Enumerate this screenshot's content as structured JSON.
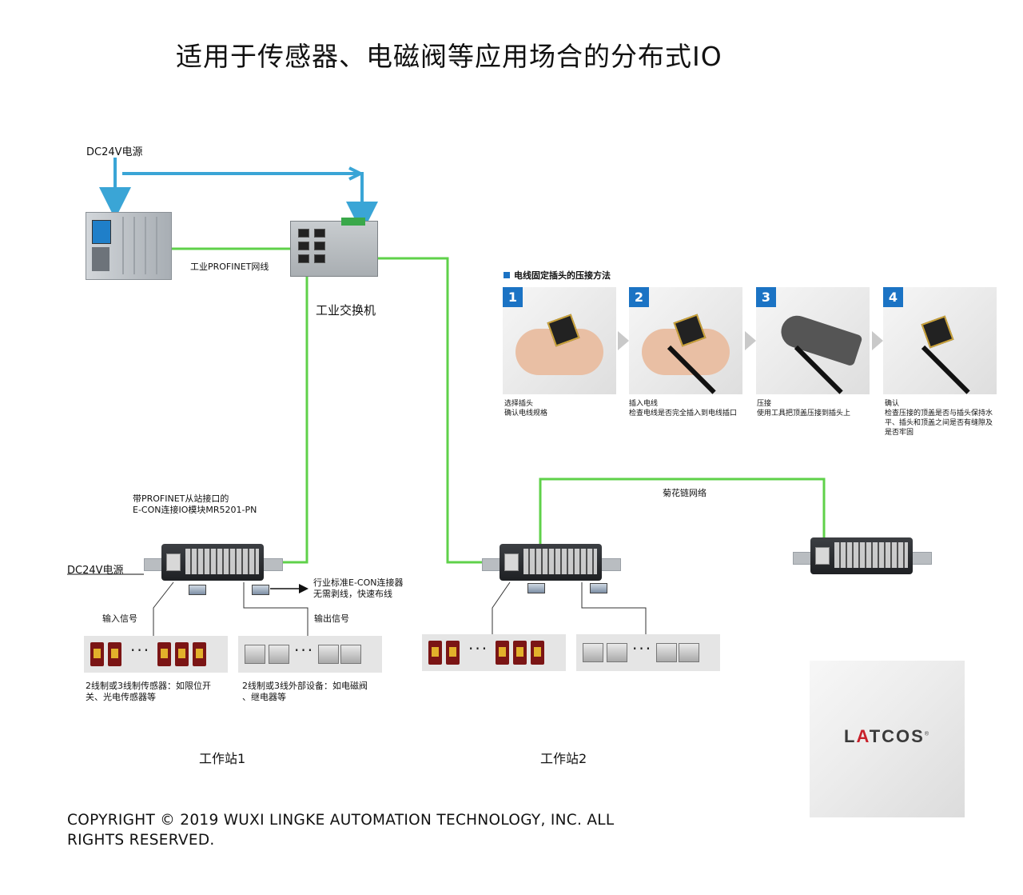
{
  "title": "适用于传感器、电磁阀等应用场合的分布式IO",
  "power_top_label": "DC24V电源",
  "profinet_line_label": "工业PROFINET网线",
  "switch_label": "工业交换机",
  "module_label_lines": [
    "带PROFINET从站接口的",
    "E-CON连接IO模块MR5201-PN"
  ],
  "power_left_label": "DC24V电源",
  "econ_label_lines": [
    "行业标准E-CON连接器",
    "无需剥线，快速布线"
  ],
  "input_signal_label": "输入信号",
  "output_signal_label": "输出信号",
  "daisy_chain_label": "菊花链网络",
  "sensor_desc_lines": [
    "2线制或3线制传感器：如限位开",
    "关、光电传感器等"
  ],
  "device_desc_lines": [
    "2线制或3线外部设备：如电磁阀",
    "、继电器等"
  ],
  "station1_label": "工作站1",
  "station2_label": "工作站2",
  "crimp": {
    "title": "电线固定插头的压接方法",
    "steps": [
      {
        "num": "1",
        "lines": [
          "选择插头",
          "确认电线规格"
        ]
      },
      {
        "num": "2",
        "lines": [
          "插入电线",
          "检查电线是否完全插入到电线插口"
        ]
      },
      {
        "num": "3",
        "lines": [
          "压接",
          "使用工具把顶盖压接到插头上"
        ]
      },
      {
        "num": "4",
        "lines": [
          "确认",
          "检查压接的顶盖是否与插头保持水",
          "平、插头和顶盖之间是否有缝隙及",
          "是否牢固"
        ]
      }
    ]
  },
  "logo": {
    "prefix": "L",
    "accent": "A",
    "suffix": "TCOS",
    "reg": "®"
  },
  "copyright_lines": [
    "COPYRIGHT © 2019 WUXI LINGKE AUTOMATION TECHNOLOGY, INC. ALL",
    "RIGHTS RESERVED."
  ],
  "colors": {
    "network_green": "#5fd14a",
    "power_blue": "#3aa5d6",
    "accent_blue": "#1b73c4",
    "logo_red": "#c8202a"
  },
  "icons": [
    "plc-icon",
    "switch-icon",
    "io-module-icon",
    "sensor-icon",
    "valve-icon",
    "econ-connector-icon"
  ]
}
